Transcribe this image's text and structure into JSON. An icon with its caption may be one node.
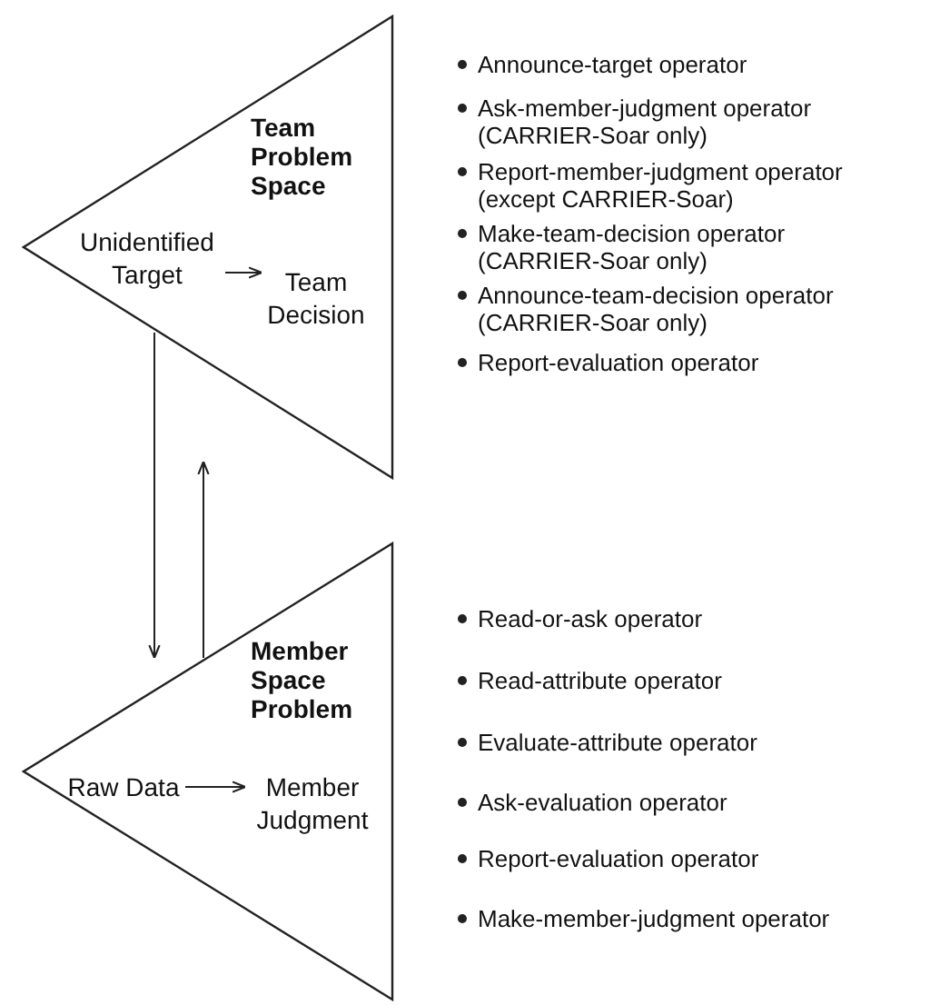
{
  "diagram": {
    "nodes": [
      {
        "text": [
          "Team Problem Space"
        ]
      },
      {
        "text": [
          "Unidentified Target"
        ],
        "in": 0
      },
      {
        "text": [
          "Team Decision"
        ],
        "in": 0
      },
      {
        "text": [
          "Member Space Problem"
        ]
      },
      {
        "text": [
          "Raw Data"
        ],
        "in": 3
      },
      {
        "text": [
          "Member Judgment"
        ],
        "in": 3
      }
    ],
    "edges": [
      {
        "from": 1,
        "to": 2,
        "arrow": "to"
      },
      {
        "from": 0,
        "to": 3,
        "arrow": "to"
      },
      {
        "from": 3,
        "to": 0,
        "arrow": "to"
      },
      {
        "from": 4,
        "to": 5,
        "arrow": "to"
      }
    ],
    "labels": [
      "Announce-target operator",
      "Ask-member-judgment operator (CARRIER-Soar only)",
      "Report-member-judgment operator (except CARRIER-Soar)",
      "Make-team-decision operator (CARRIER-Soar only)",
      "Announce-team-decision operator (CARRIER-Soar only)",
      "Report-evaluation operator",
      "Read-or-ask operator",
      "Read-attribute operator",
      "Evaluate-attribute operator",
      "Ask-evaluation operator",
      "Report-evaluation operator",
      "Make-member-judgment operator"
    ]
  }
}
